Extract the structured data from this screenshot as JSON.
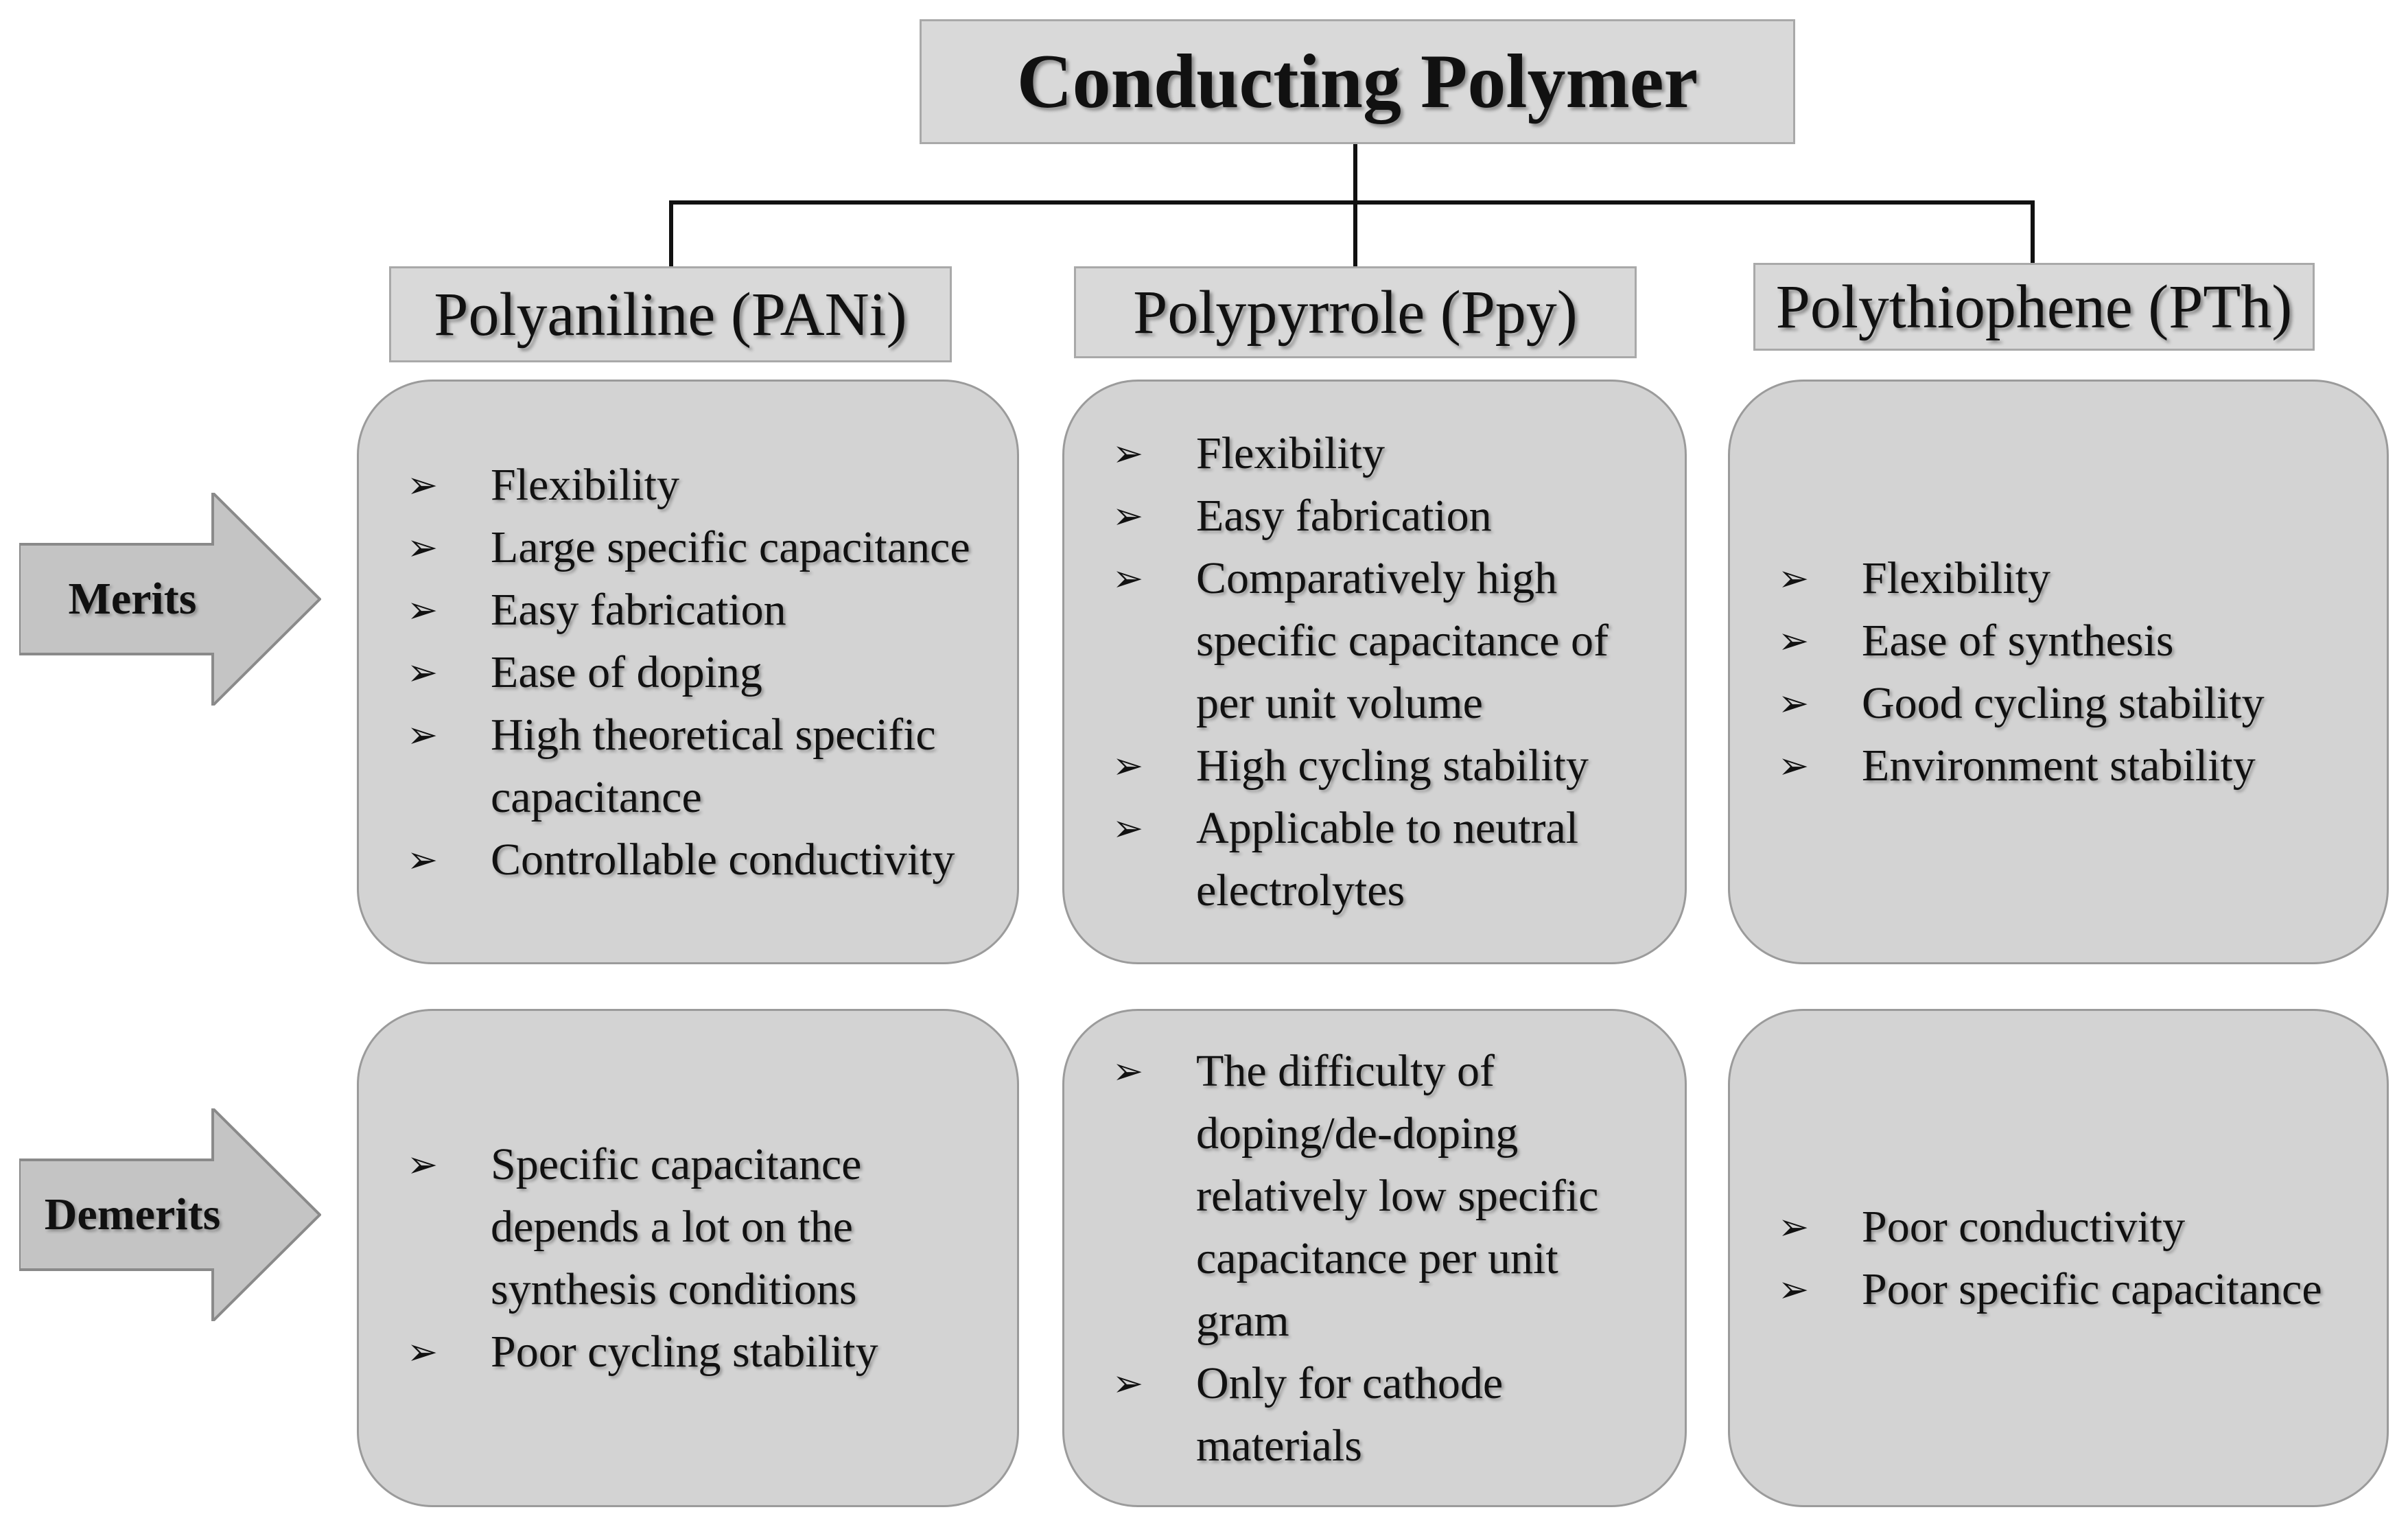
{
  "title": "Conducting Polymer",
  "row_labels": {
    "merits": "Merits",
    "demerits": "Demerits"
  },
  "bullet_glyph": "➢",
  "columns": [
    {
      "name": "Polyaniline (PANi)",
      "merits": [
        "Flexibility",
        "Large specific capacitance",
        "Easy fabrication",
        "Ease of doping",
        "High theoretical specific capacitance",
        "Controllable conductivity"
      ],
      "demerits": [
        "Specific capacitance depends a lot on the synthesis conditions",
        "Poor cycling stability"
      ]
    },
    {
      "name": "Polypyrrole (Ppy)",
      "merits": [
        "Flexibility",
        "Easy fabrication",
        "Comparatively high specific capacitance of per unit volume",
        "High cycling stability",
        "Applicable to neutral electrolytes"
      ],
      "demerits": [
        "The difficulty of doping/de-doping relatively low specific capacitance per unit gram",
        "Only for cathode materials"
      ]
    },
    {
      "name": "Polythiophene (PTh)",
      "merits": [
        "Flexibility",
        "Ease of synthesis",
        "Good cycling stability",
        "Environment stability"
      ],
      "demerits": [
        "Poor conductivity",
        "Poor specific capacitance"
      ]
    }
  ],
  "colors": {
    "box_fill": "#d9d9d9",
    "panel_fill": "#d3d3d3",
    "arrow_fill": "#c4c4c4",
    "line": "#111111"
  }
}
